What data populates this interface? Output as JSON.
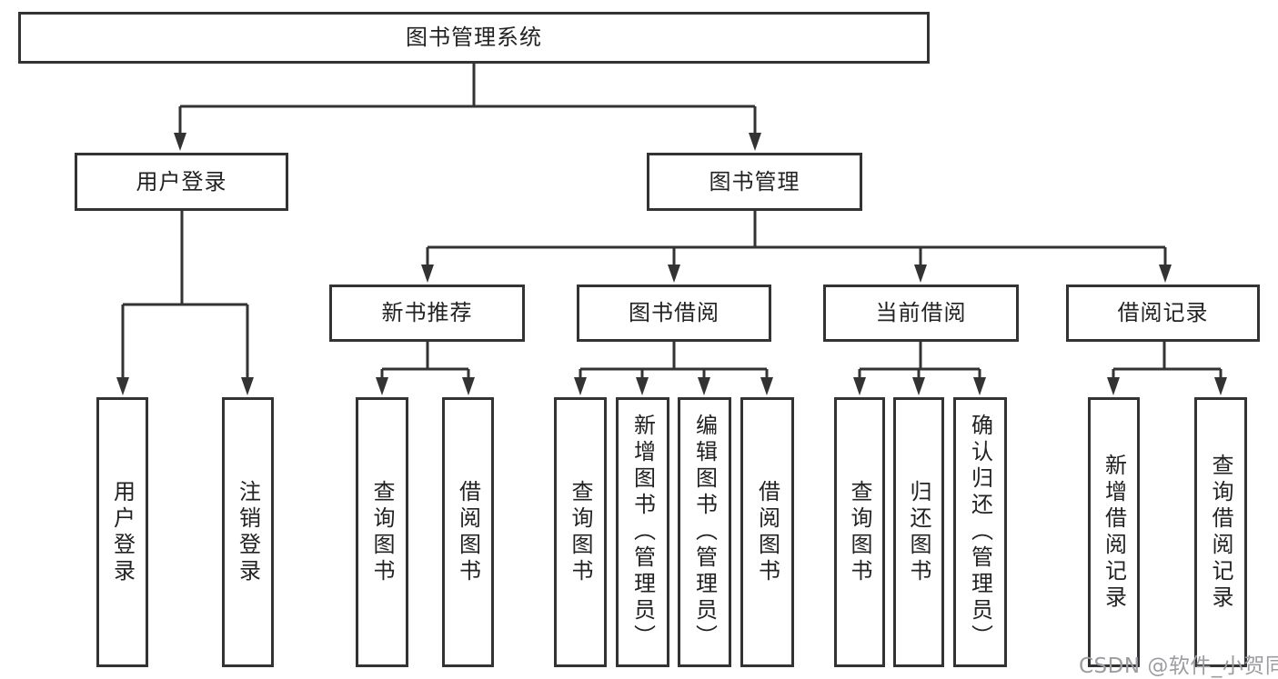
{
  "diagram": {
    "root": "图书管理系统",
    "level2": [
      "用户登录",
      "图书管理"
    ],
    "user_login_children": [
      "用户登录",
      "注销登录"
    ],
    "book_management_children": [
      "新书推荐",
      "图书借阅",
      "当前借阅",
      "借阅记录"
    ],
    "new_book_children": [
      "查询图书",
      "借阅图书"
    ],
    "book_borrow_children": [
      "查询图书",
      "新增图书（管理员）",
      "编辑图书（管理员）",
      "借阅图书"
    ],
    "current_borrow_children": [
      "查询图书",
      "归还图书",
      "确认归还（管理员）"
    ],
    "borrow_record_children": [
      "新增借阅记录",
      "查询借阅记录"
    ]
  },
  "colors": {
    "line": "#333333",
    "box_background": "#ffffff",
    "text": "#222222",
    "watermark": "#9c9ca2"
  },
  "watermark": "CSDN @软件_小贺同学"
}
